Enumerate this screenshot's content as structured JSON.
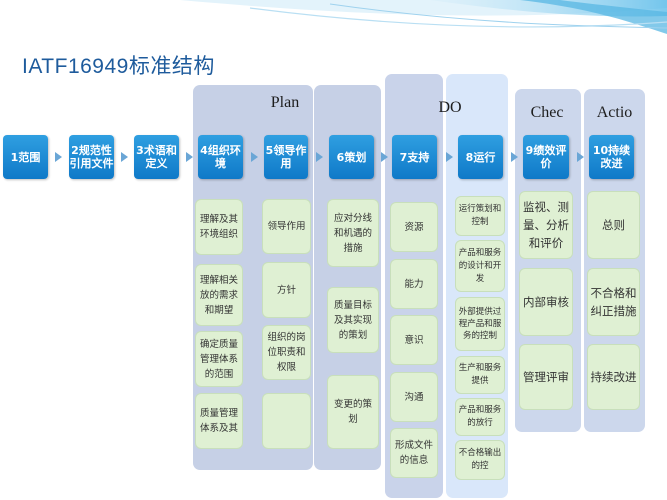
{
  "title": "IATF16949标准结构",
  "phases": {
    "plan": "Plan",
    "do": "DO",
    "check": "Chec",
    "act": "Actio"
  },
  "clauses": [
    {
      "id": "c1",
      "label": "1范围"
    },
    {
      "id": "c2",
      "label": "2规范性引用文件"
    },
    {
      "id": "c3",
      "label": "3术语和定义"
    },
    {
      "id": "c4",
      "label": "4组织环境"
    },
    {
      "id": "c5",
      "label": "5领导作用"
    },
    {
      "id": "c6",
      "label": "6策划"
    },
    {
      "id": "c7",
      "label": "7支持"
    },
    {
      "id": "c8",
      "label": "8运行"
    },
    {
      "id": "c9",
      "label": "9绩效评价"
    },
    {
      "id": "c10",
      "label": "10持续改进"
    }
  ],
  "subitems": {
    "c4": [
      "理解及其环境组织",
      "理解相关放的需求和期望",
      "确定质量管理体系的范围",
      "质量管理体系及其"
    ],
    "c5": [
      "领导作用",
      "方针",
      "组织的岗位职责和权限",
      ""
    ],
    "c6": [
      "应对分线和机遇的措施",
      "质量目标及其实现的策划",
      "变更的策划"
    ],
    "c7": [
      "资源",
      "能力",
      "意识",
      "沟通",
      "形成文件的信息"
    ],
    "c8": [
      "运行策划和控制",
      "产品和服务的设计和开发",
      "外部提供过程产品和服务的控制",
      "生产和服务提供",
      "产品和服务的放行",
      "不合格输出的控"
    ],
    "c9": [
      "监视、测量、分析和评价",
      "内部审核",
      "管理评审"
    ],
    "c10": [
      "总则",
      "不合格和纠正措施",
      "持续改进"
    ]
  }
}
